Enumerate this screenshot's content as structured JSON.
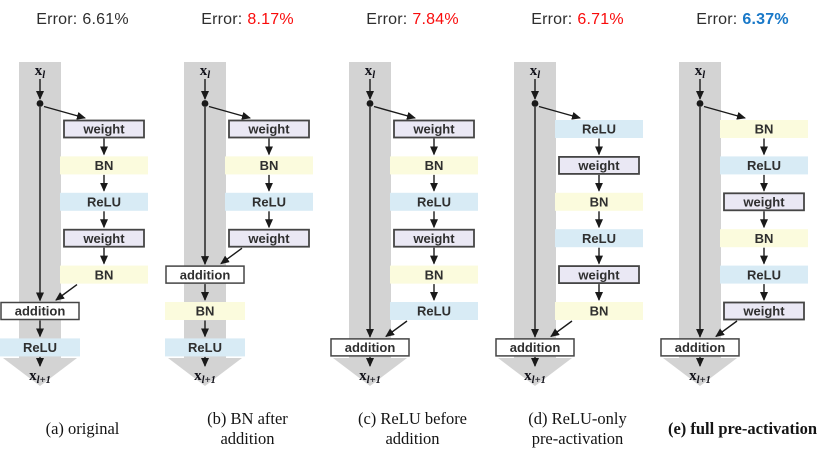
{
  "styles": {
    "band_color": "#d3d3d3",
    "line_color": "#1a1a1a",
    "weight_fill": "#eae8f4",
    "weight_border": "#454545",
    "bn_fill": "#fbfbdd",
    "relu_fill": "#d8ebf5",
    "addition_fill": "#ffffff",
    "addition_border": "#454545",
    "node_text_color": "#2f2f2f",
    "io_label_color": "#101018",
    "error_text_color": "#2e2e2e",
    "error_red": "#f90b0b",
    "error_blue": "#1878c8",
    "caption_color": "#141414"
  },
  "columns": [
    {
      "id": "a",
      "error": {
        "label": "Error:",
        "value": "6.61%",
        "value_color": "#2e2e2e",
        "bold": false
      },
      "input_label": {
        "base": "x",
        "sub": "l"
      },
      "output_label": {
        "base": "x",
        "sub": "l+1"
      },
      "side_nodes": [
        "weight",
        "BN",
        "ReLU",
        "weight",
        "BN"
      ],
      "addition_label": "addition",
      "trunk_nodes": [
        "ReLU"
      ],
      "caption": {
        "lines": [
          "(a) original"
        ],
        "bold": false
      }
    },
    {
      "id": "b",
      "error": {
        "label": "Error:",
        "value": "8.17%",
        "value_color": "#f90b0b",
        "bold": false
      },
      "input_label": {
        "base": "x",
        "sub": "l"
      },
      "output_label": {
        "base": "x",
        "sub": "l+1"
      },
      "side_nodes": [
        "weight",
        "BN",
        "ReLU",
        "weight"
      ],
      "addition_label": "addition",
      "trunk_nodes": [
        "BN",
        "ReLU"
      ],
      "caption": {
        "lines": [
          "(b) BN after",
          "addition"
        ],
        "bold": false
      }
    },
    {
      "id": "c",
      "error": {
        "label": "Error:",
        "value": "7.84%",
        "value_color": "#f90b0b",
        "bold": false
      },
      "input_label": {
        "base": "x",
        "sub": "l"
      },
      "output_label": {
        "base": "x",
        "sub": "l+1"
      },
      "side_nodes": [
        "weight",
        "BN",
        "ReLU",
        "weight",
        "BN",
        "ReLU"
      ],
      "addition_label": "addition",
      "trunk_nodes": [],
      "caption": {
        "lines": [
          "(c) ReLU before",
          "addition"
        ],
        "bold": false
      }
    },
    {
      "id": "d",
      "error": {
        "label": "Error:",
        "value": "6.71%",
        "value_color": "#f90b0b",
        "bold": false
      },
      "input_label": {
        "base": "x",
        "sub": "l"
      },
      "output_label": {
        "base": "x",
        "sub": "l+1"
      },
      "side_nodes": [
        "ReLU",
        "weight",
        "BN",
        "ReLU",
        "weight",
        "BN"
      ],
      "addition_label": "addition",
      "trunk_nodes": [],
      "caption": {
        "lines": [
          "(d) ReLU-only",
          "pre-activation"
        ],
        "bold": false
      }
    },
    {
      "id": "e",
      "error": {
        "label": "Error:",
        "value": "6.37%",
        "value_color": "#1878c8",
        "bold": true
      },
      "input_label": {
        "base": "x",
        "sub": "l"
      },
      "output_label": {
        "base": "x",
        "sub": "l+1"
      },
      "side_nodes": [
        "BN",
        "ReLU",
        "weight",
        "BN",
        "ReLU",
        "weight"
      ],
      "addition_label": "addition",
      "trunk_nodes": [],
      "caption": {
        "lines": [
          "(e) full pre-activation"
        ],
        "bold": true
      }
    }
  ]
}
